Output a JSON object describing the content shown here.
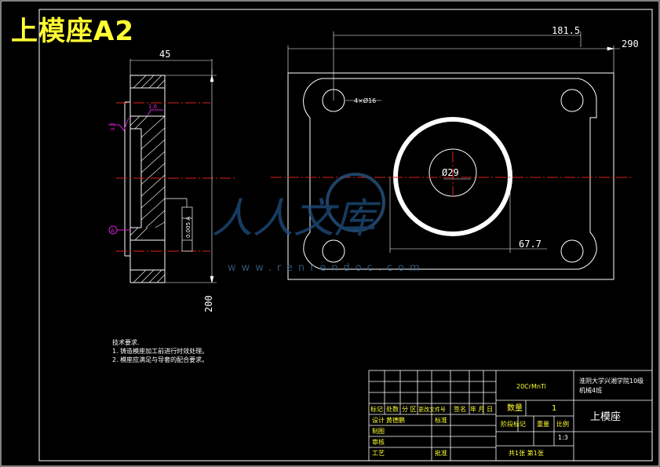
{
  "title": "上模座A2",
  "dimensions": {
    "d181_5": "181.5",
    "d290": "290",
    "d45": "45",
    "d200": "200",
    "d67_7": "67.7",
    "phi29": "Ø29",
    "holes": "4×Ø16",
    "d1_6": "1.6",
    "d3_2": "3.2",
    "tol": "0.005 A",
    "datum": "A"
  },
  "tech_requirements": {
    "heading": "技术要求.",
    "line1": "1. 铸造模座加工前进行时效处理。",
    "line2": "2. 模座应满足与导套的配合要求。"
  },
  "title_block": {
    "material": "20CrMnTi",
    "school": "淮阴大学兴湘学院10级",
    "class": "机械4班",
    "part_name": "上模座",
    "qty_label": "数量",
    "qty_value": "1",
    "stage_label": "阶段标记",
    "weight_label": "重量",
    "scale_label": "比例",
    "scale_value": "1:3",
    "row_headers": [
      "标记",
      "处数",
      "分 区",
      "更改文件号",
      "签名",
      "年 月 日"
    ],
    "design_label": "设计",
    "designer": "黄德鹏",
    "standard_label": "标准",
    "draw_label": "制图",
    "check_label": "审核",
    "process_label": "工艺",
    "approve_label": "批准",
    "sheets": "共1张  第1张"
  },
  "watermark": {
    "text": "人人文库",
    "url": "www.renrendoc.com"
  }
}
